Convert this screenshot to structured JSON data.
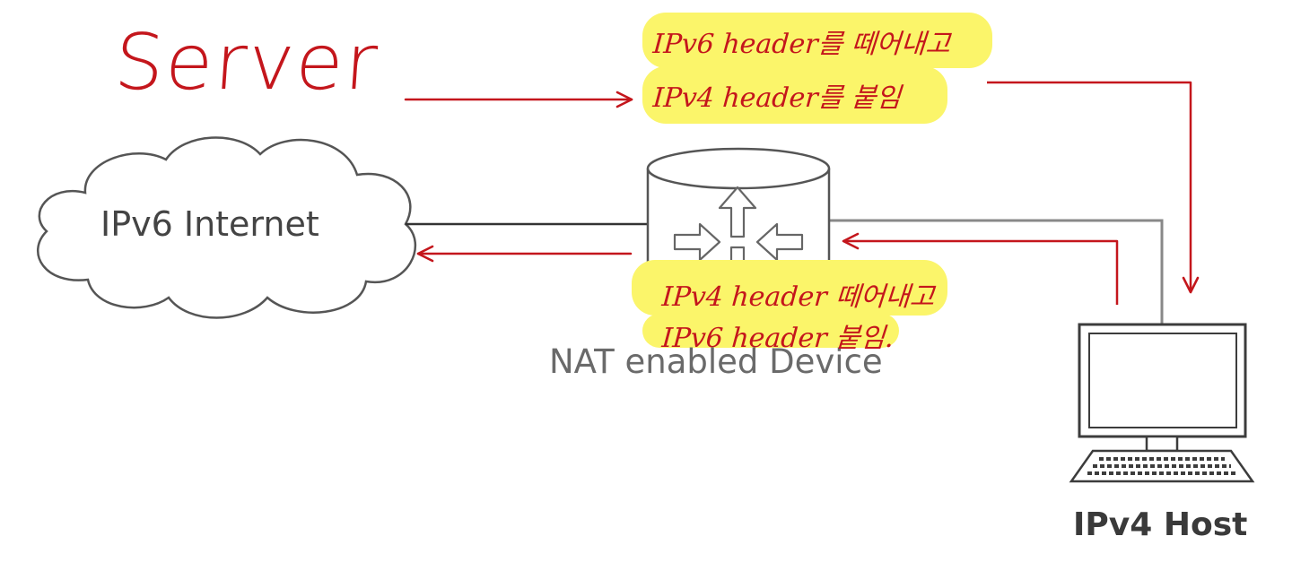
{
  "server_label": "Server",
  "cloud_label": "IPv6 Internet",
  "device_label": "NAT enabled Device",
  "host_label": "IPv4 Host",
  "annotations": {
    "top_line_1": "IPv6 header를 떼어내고",
    "top_line_2": "IPv4 header를 붙임",
    "bottom_line_1": "IPv4 header 떼어내고",
    "bottom_line_2": "IPv6 header 붙임."
  },
  "colors": {
    "annotation_red": "#c4161c",
    "highlighter_yellow": "#fbf56a",
    "printed_gray": "#3a3a3a",
    "line_gray": "#555555"
  }
}
